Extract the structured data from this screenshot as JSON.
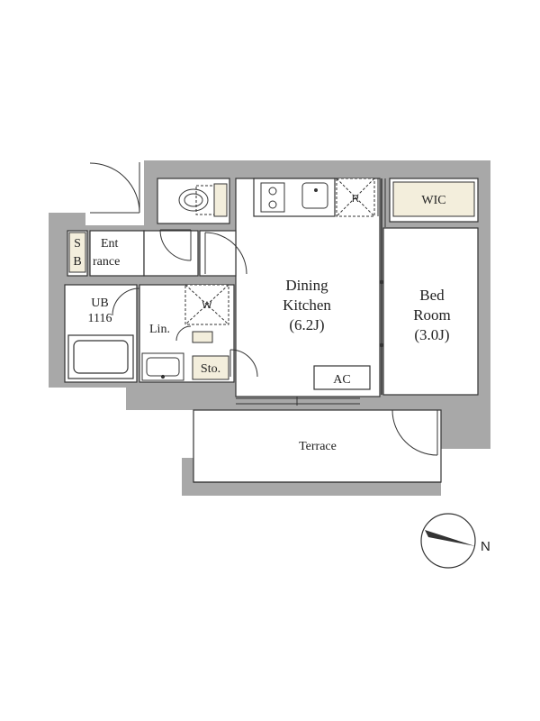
{
  "rooms": {
    "dining_kitchen": {
      "line1": "Dining",
      "line2": "Kitchen",
      "line3": "(6.2J)"
    },
    "bed_room": {
      "line1": "Bed",
      "line2": "Room",
      "line3": "(3.0J)"
    },
    "wic": "WIC",
    "entrance": {
      "line1": "Ent",
      "line2": "rance"
    },
    "shoe_box": {
      "line1": "S",
      "line2": "B"
    },
    "unit_bath": {
      "line1": "UB",
      "line2": "1116"
    },
    "linen": "Lin.",
    "storage": "Sto.",
    "terrace": "Terrace",
    "air_conditioner": "AC",
    "refrigerator": "R",
    "washer": "W"
  },
  "compass": {
    "label": "N"
  },
  "colors": {
    "wall": "#a8a8a8",
    "fixture_fill": "#f3eedc",
    "line": "#333333"
  }
}
